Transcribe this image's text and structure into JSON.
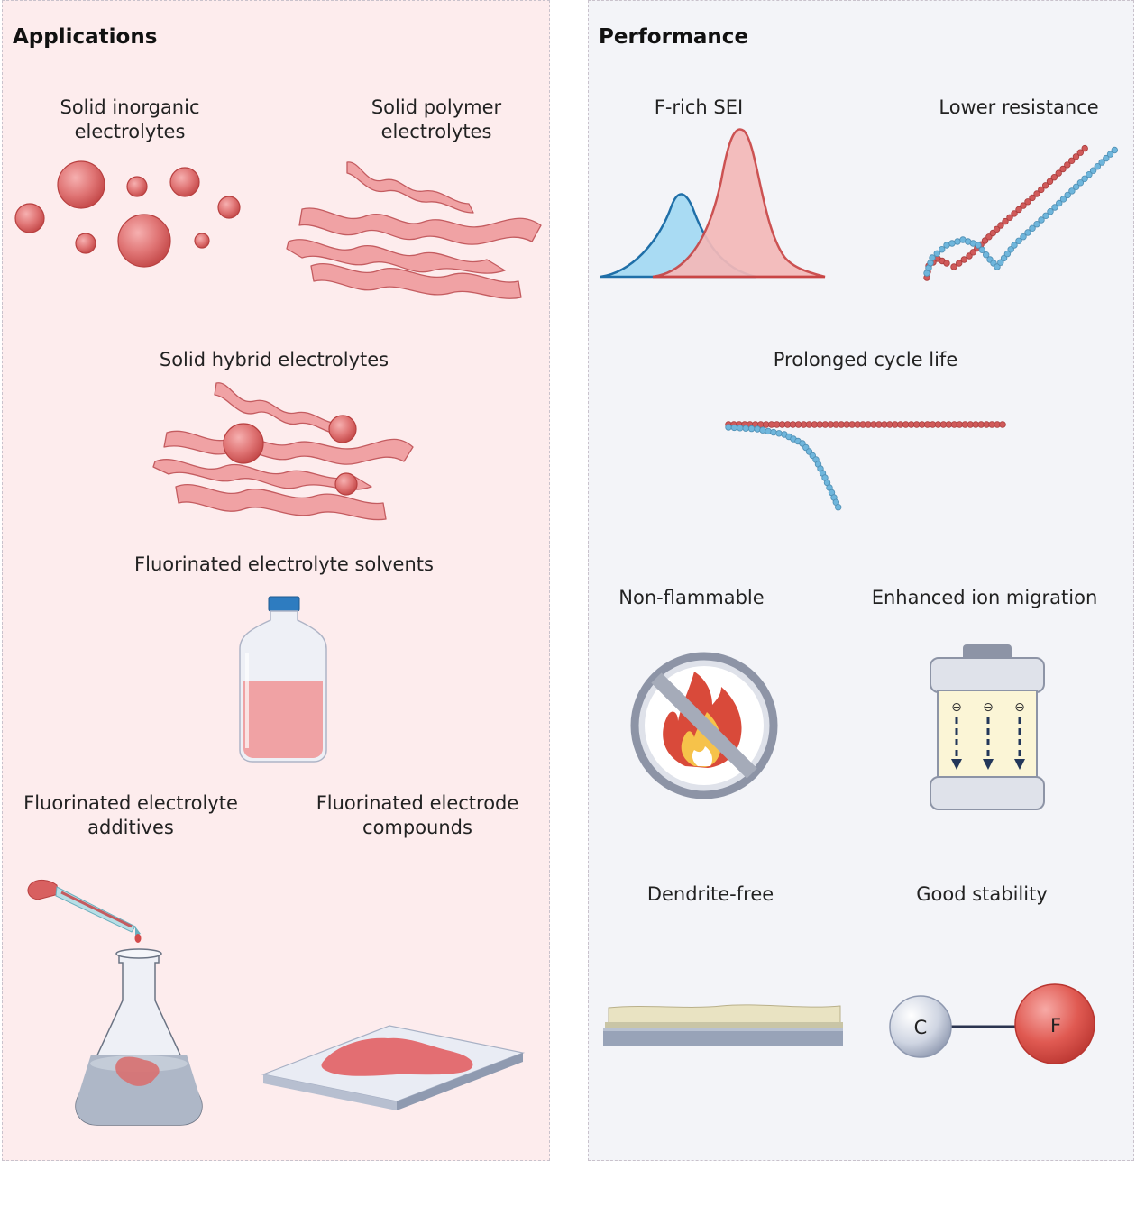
{
  "applications": {
    "title": "Applications",
    "items": [
      {
        "line1": "Solid inorganic",
        "line2": "electrolytes"
      },
      {
        "line1": "Solid polymer",
        "line2": "electrolytes"
      },
      {
        "line1": "Solid hybrid electrolytes"
      },
      {
        "line1": "Fluorinated electrolyte solvents"
      },
      {
        "line1": "Fluorinated electrolyte",
        "line2": "additives"
      },
      {
        "line1": "Fluorinated electrode",
        "line2": "compounds"
      }
    ]
  },
  "performance": {
    "title": "Performance",
    "items": [
      {
        "line1": "F-rich SEI"
      },
      {
        "line1": "Lower resistance"
      },
      {
        "line1": "Prolonged cycle life"
      },
      {
        "line1": "Non-flammable"
      },
      {
        "line1": "Enhanced ion migration"
      },
      {
        "line1": "Dendrite-free"
      },
      {
        "line1": "Good stability"
      }
    ],
    "atoms": {
      "left": "C",
      "right": "F"
    },
    "ion_symbol": "⊖"
  },
  "colors": {
    "apps_bg": "#fdeced",
    "perf_bg": "#f3f4f8",
    "red": "#c94545",
    "pink": "#f0a2a4",
    "blue": "#6fb6dc"
  }
}
